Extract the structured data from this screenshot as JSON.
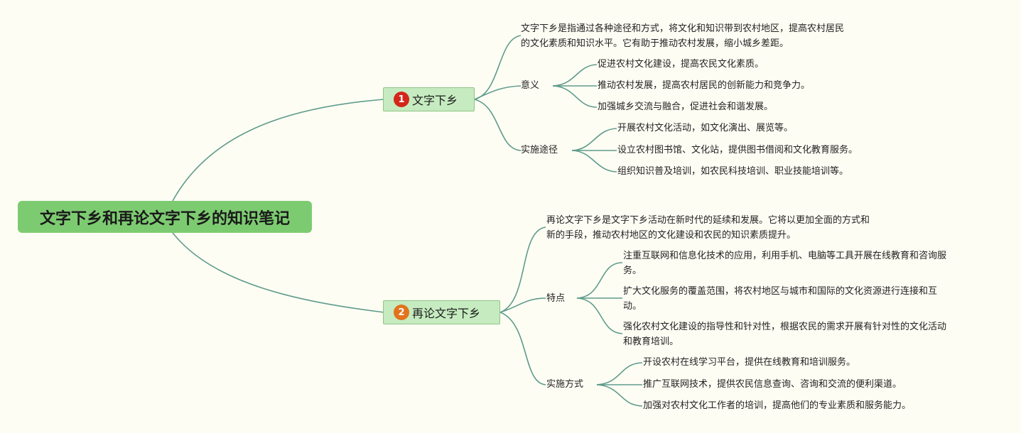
{
  "root": {
    "title": "文字下乡和再论文字下乡的知识笔记"
  },
  "branch1": {
    "badge": "1",
    "title": "文字下乡",
    "desc_line1": "文字下乡是指通过各种途径和方式，将文化和知识带到农村地区，提高农村居民",
    "desc_line2": "的文化素质和知识水平。它有助于推动农村发展，缩小城乡差距。",
    "significance": {
      "label": "意义",
      "items": [
        "促进农村文化建设，提高农民文化素质。",
        "推动农村发展，提高农村居民的创新能力和竞争力。",
        "加强城乡交流与融合，促进社会和谐发展。"
      ]
    },
    "approach": {
      "label": "实施途径",
      "items": [
        "开展农村文化活动，如文化演出、展览等。",
        "设立农村图书馆、文化站，提供图书借阅和文化教育服务。",
        "组织知识普及培训，如农民科技培训、职业技能培训等。"
      ]
    }
  },
  "branch2": {
    "badge": "2",
    "title": "再论文字下乡",
    "desc_line1": "再论文字下乡是文字下乡活动在新时代的延续和发展。它将以更加全面的方式和",
    "desc_line2": "新的手段，推动农村地区的文化建设和农民的知识素质提升。",
    "features": {
      "label": "特点",
      "items": [
        {
          "l1": "注重互联网和信息化技术的应用，利用手机、电脑等工具开展在线教育和咨询服",
          "l2": "务。"
        },
        {
          "l1": "扩大文化服务的覆盖范围，将农村地区与城市和国际的文化资源进行连接和互",
          "l2": "动。"
        },
        {
          "l1": "强化农村文化建设的指导性和针对性，根据农民的需求开展有针对性的文化活动",
          "l2": "和教育培训。"
        }
      ]
    },
    "methods": {
      "label": "实施方式",
      "items": [
        "开设农村在线学习平台，提供在线教育和培训服务。",
        "推广互联网技术，提供农民信息查询、咨询和交流的便利渠道。",
        "加强对农村文化工作者的培训，提高他们的专业素质和服务能力。"
      ]
    }
  },
  "colors": {
    "link": "#5f9c8c",
    "root_bg": "#7dcb71",
    "branch_bg": "#c6ebc0"
  }
}
